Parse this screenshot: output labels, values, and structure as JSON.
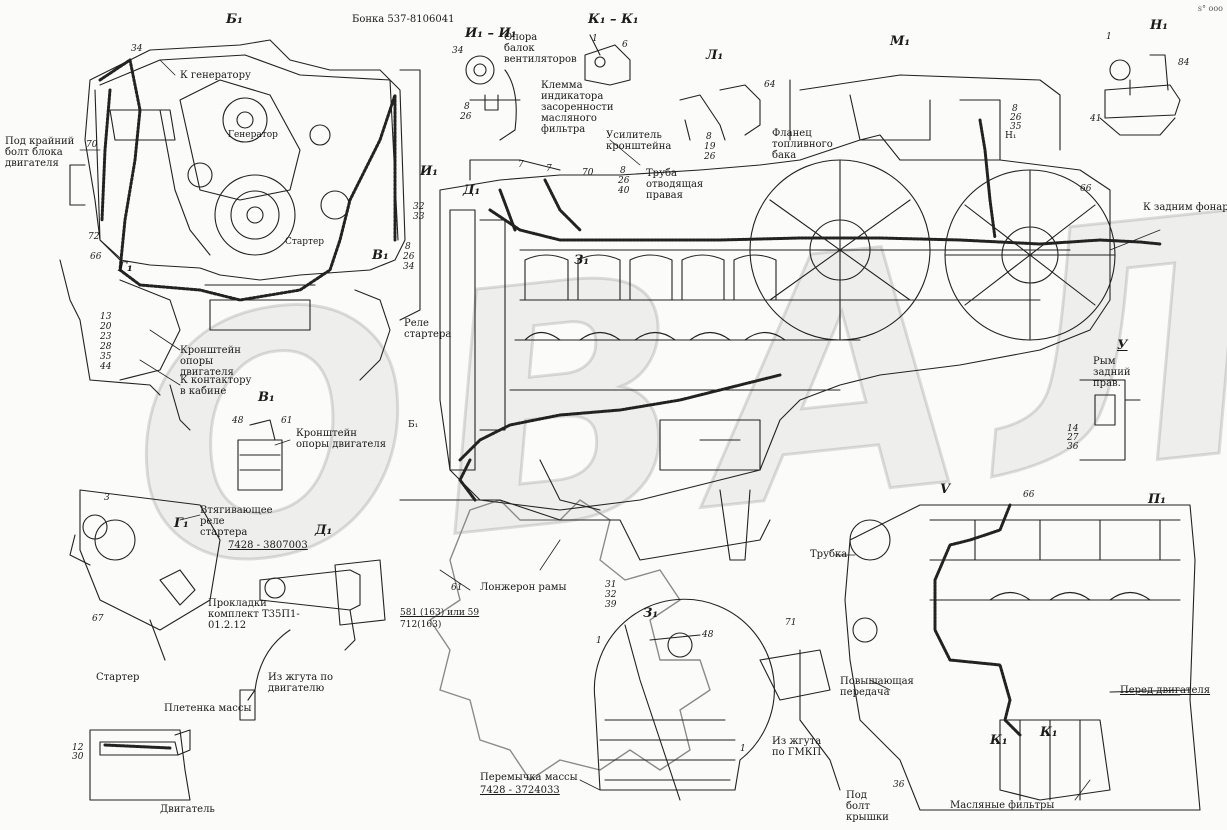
{
  "corner_mark": "s° ooo",
  "watermark_text": "ОВАЛ",
  "section_labels": {
    "b1": "Б₁",
    "i1i1": "И₁ – И₁",
    "k1k1": "К₁ – К₁",
    "l1": "Л₁",
    "m1": "М₁",
    "n1": "Н₁",
    "d1_top": "Д₁",
    "d1": "Д₁",
    "v1_det": "В₁",
    "v1_side": "В₁",
    "g1": "Г₁",
    "g1_side": "Г₁",
    "z1_top": "З₁",
    "z1": "З₁",
    "p1": "П₁",
    "u": "У",
    "u_small": "V",
    "b1_side": "Б₁",
    "i1_side": "И₁",
    "k1_a": "К₁",
    "k1_b": "К₁",
    "n1_side": "Н₁"
  },
  "callouts": {
    "bobina": "Бонка 537-8106041",
    "fan_support": "Опора балок вентиляторов",
    "filter_clamp": "Клемма индикатора засоренности масляного фильтра",
    "to_generator": "К генератору",
    "under_bolt": "Под крайний болт блока двигателя",
    "bracket_amp": "Усилитель кронштейна",
    "fuel_flange": "Фланец топливного бака",
    "drain_pipe": "Труба отводящая правая",
    "to_rear_lights": "К задним фонарям",
    "starter_small": "Стартер",
    "starter_relay": "Реле стартера",
    "engine_support": "Кронштейн опоры двигателя",
    "to_contactor": "К контактору в кабине",
    "engine_support_2": "Кронштейн опоры двигателя",
    "rear_lever": "Рым задний прав.",
    "retract_relay": "Втягивающее реле стартера",
    "part_7428_a": "7428 - 3807003",
    "gaskets": "Прокладки комплект Т35П1-01.2.12",
    "from_harness_engine": "Из жгута по двигателю",
    "frame_spar": "Лонжерон рамы",
    "part_581": "581 (163) или 59",
    "part_712": "712(163)",
    "starter": "Стартер",
    "mass_braid": "Плетенка массы",
    "engine": "Двигатель",
    "tube": "Трубка",
    "step_up_gear": "Повышающая передача",
    "from_harness_gmkp": "Из жгута по ГМКП",
    "front_of_engine": "Перед двигателя",
    "mass_jumper": "Перемычка массы",
    "part_7428_b": "7428 - 3724033",
    "under_cover_bolt": "Под болт крышки",
    "oil_filters": "Масляные фильтры",
    "generator_tag": "Генератор"
  },
  "numbers": {
    "n34a": "34",
    "n70": "70",
    "n72": "72",
    "n66a": "66",
    "n13": "13",
    "n20": "20",
    "n23": "23",
    "n28": "28",
    "n35": "35",
    "n44": "44",
    "n32": "32",
    "n33": "33",
    "n8a": "8",
    "n26a": "26",
    "n34b": "34",
    "n34c": "34",
    "n8b": "8",
    "n26b": "26",
    "n1a": "1",
    "n6": "6",
    "n8c": "8",
    "n19": "19",
    "n26c": "26",
    "n64": "64",
    "n8d": "8",
    "n26d": "26",
    "n35b": "35",
    "n7a": "7",
    "n7b": "7",
    "n70b": "70",
    "n8e": "8",
    "n26e": "26",
    "n40": "40",
    "n66b": "66",
    "n1b": "1",
    "n84": "84",
    "n41": "41",
    "n48": "48",
    "n61a": "61",
    "n14": "14",
    "n27": "27",
    "n36a": "36",
    "n3a": "3",
    "n67": "67",
    "n12": "12",
    "n30": "30",
    "n61b": "61",
    "n31": "31",
    "n32b": "32",
    "n39": "39",
    "n1c": "1",
    "n48b": "48",
    "n1d": "1",
    "n66c": "66",
    "n71": "71",
    "n36b": "36"
  }
}
